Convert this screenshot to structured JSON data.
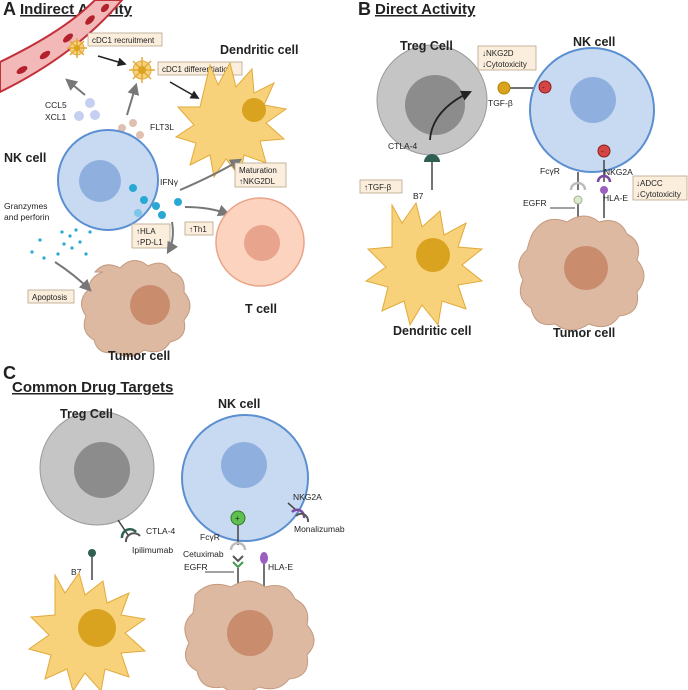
{
  "panels": {
    "a": {
      "letter": "A",
      "title": "Indirect Activity"
    },
    "b": {
      "letter": "B",
      "title": "Direct Activity"
    },
    "c": {
      "letter": "C",
      "title": "Common Drug Targets"
    }
  },
  "a": {
    "nk_cell": "NK cell",
    "dendritic_cell": "Dendritic cell",
    "t_cell": "T cell",
    "tumor_cell": "Tumor cell",
    "ccl5": "CCL5",
    "xcl1": "XCL1",
    "flt3l": "FLT3L",
    "ifng": "IFNγ",
    "granzymes_1": "Granzymes",
    "granzymes_2": "and perforin",
    "cdc1_recruitment": "cDC1 recruitment",
    "cdc1_differentiation": "cDC1 differentiation",
    "maturation": "Maturation",
    "nkg2dl": "↑NKG2DL",
    "th1": "↑Th1",
    "hla": "↑HLA",
    "pdl1": "↑PD-L1",
    "apoptosis": "Apoptosis"
  },
  "b": {
    "treg_cell": "Treg Cell",
    "nk_cell": "NK cell",
    "dendritic_cell": "Dendritic cell",
    "tumor_cell": "Tumor cell",
    "nkg2d": "↓NKG2D",
    "cytotoxicity": "↓Cytotoxicity",
    "tgfb": "TGF-β",
    "ctla4": "CTLA-4",
    "b7": "B7",
    "tgfb_up": "↑TGF-β",
    "fcgr": "FcγR",
    "nkg2a": "NKG2A",
    "egfr": "EGFR",
    "hlae": "HLA-E",
    "adcc": "↓ADCC",
    "cytotoxicity2": "↓Cytotoxicity",
    "minus1": "-",
    "minus2": "-"
  },
  "c": {
    "treg_cell": "Treg Cell",
    "nk_cell": "NK cell",
    "ctla4": "CTLA-4",
    "ipilimumab": "Ipilimumab",
    "b7": "B7",
    "nkg2a": "NKG2A",
    "monalizumab": "Monalizumab",
    "fcgr": "FcγR",
    "cetuximab": "Cetuximab",
    "egfr": "EGFR",
    "hlae": "HLA-E",
    "plus": "+"
  },
  "colors": {
    "nk_fill": "#c8daf2",
    "nk_stroke": "#5b8fd0",
    "nucleus_blue": "#8fb0de",
    "treg_fill": "#c5c5c5",
    "treg_nucleus": "#8c8c8c",
    "dc_fill": "#f8d27a",
    "dc_nucleus": "#d9a320",
    "tumor_fill": "#dcb9a0",
    "tumor_nucleus": "#c98d6d",
    "tcell_fill": "#fbd3bf",
    "label_box": "#fbeedd",
    "vessel": "#c4303a"
  }
}
